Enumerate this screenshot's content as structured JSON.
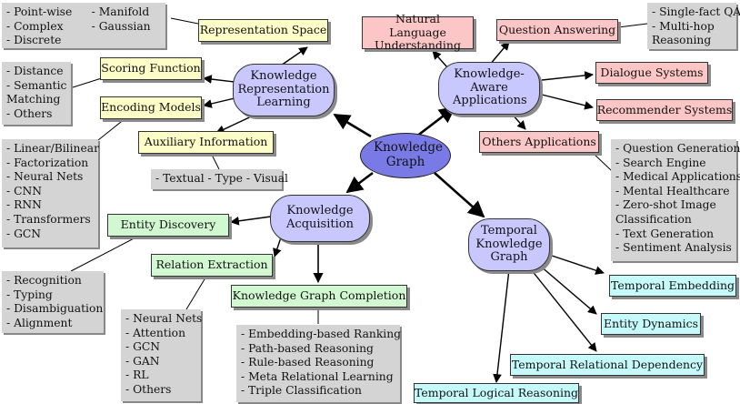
{
  "center": {
    "label": "Knowledge Graph"
  },
  "hubs": {
    "krl": "Knowledge Representation Learning",
    "kaa": "Knowledge-Aware Applications",
    "ka": "Knowledge Acquisition",
    "tkg": "Temporal Knowledge Graph"
  },
  "krl_items": {
    "representation_space": "Representation Space",
    "scoring_function": "Scoring Function",
    "encoding_models": "Encoding Models",
    "auxiliary_information": "Auxiliary Information"
  },
  "krl_lists": {
    "representation_space": [
      "- Point-wise",
      "- Manifold",
      "- Complex",
      "- Gaussian",
      "- Discrete"
    ],
    "scoring_function": [
      "- Distance",
      "- Semantic",
      "Matching",
      "- Others"
    ],
    "encoding_models": [
      "- Linear/Bilinear",
      "- Factorization",
      "- Neural Nets",
      "- CNN",
      "- RNN",
      "- Transformers",
      "- GCN"
    ],
    "auxiliary_information": "- Textual - Type - Visual"
  },
  "kaa_items": {
    "nlu": "Natural Language Understanding",
    "qa": "Question Answering",
    "dialogue": "Dialogue Systems",
    "recommender": "Recommender Systems",
    "others": "Others Applications"
  },
  "kaa_lists": {
    "qa": [
      "- Single-fact QA",
      "- Multi-hop",
      "Reasoning"
    ],
    "others": [
      "- Question Generation",
      "- Search Engine",
      "- Medical Applications",
      "- Mental Healthcare",
      "- Zero-shot Image",
      "Classification",
      "- Text Generation",
      "- Sentiment Analysis"
    ]
  },
  "ka_items": {
    "entity_discovery": "Entity Discovery",
    "relation_extraction": "Relation Extraction",
    "kgc": "Knowledge Graph Completion"
  },
  "ka_lists": {
    "entity_discovery": [
      "- Recognition",
      "- Typing",
      "- Disambiguation",
      "- Alignment"
    ],
    "relation_extraction": [
      "- Neural Nets",
      "- Attention",
      "- GCN",
      "- GAN",
      "- RL",
      "- Others"
    ],
    "kgc": [
      "- Embedding-based Ranking",
      "- Path-based Reasoning",
      "- Rule-based Reasoning",
      "- Meta Relational Learning",
      "- Triple Classification"
    ]
  },
  "tkg_items": {
    "temporal_embedding": "Temporal Embedding",
    "entity_dynamics": "Entity Dynamics",
    "temporal_relational_dependency": "Temporal Relational Dependency",
    "temporal_logical_reasoning": "Temporal Logical Reasoning"
  },
  "colors": {
    "hub": "#c8c8ff",
    "core": "#7a7ae6",
    "yellow": "#fdfdc8",
    "pink": "#fcc6c6",
    "green": "#d2f8d2",
    "cyan": "#c6fafa",
    "list_gray": "#d4d4d4"
  }
}
